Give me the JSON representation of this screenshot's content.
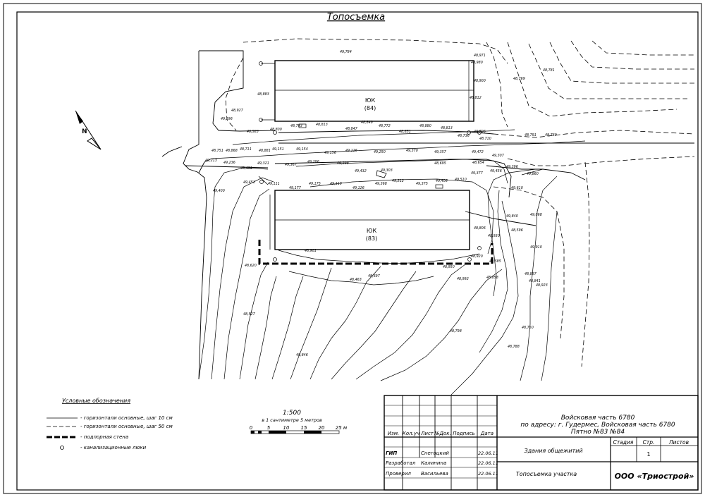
{
  "drawing": {
    "title": "Топосъемка",
    "north_label": "N",
    "scale": {
      "ratio": "1:500",
      "note": "в 1 сантиметре 5 метров",
      "ticks": [
        "0",
        "5",
        "10",
        "15",
        "20",
        "25 м"
      ]
    },
    "buildings": [
      {
        "code": "ЮК",
        "number": "(84)"
      },
      {
        "code": "ЮК",
        "number": "(83)"
      }
    ],
    "elevations": [
      "49,784",
      "48,971",
      "48,980",
      "48,900",
      "48,769",
      "48,781",
      "48,883",
      "48,812",
      "48,927",
      "49,196",
      "48,583",
      "48,800",
      "48,793",
      "48,813",
      "48,847",
      "48,849",
      "48,772",
      "48,851",
      "48,880",
      "48,813",
      "48,736",
      "48,706",
      "48,710",
      "48,791",
      "48,769",
      "48,751",
      "48,868",
      "48,711",
      "48,881",
      "49,151",
      "49,154",
      "49,156",
      "49,116",
      "49,250",
      "49,370",
      "49,357",
      "49,472",
      "49,307",
      "49,213",
      "49,236",
      "49,431",
      "49,321",
      "49,367",
      "49,286",
      "49,298",
      "49,432",
      "49,303",
      "48,695",
      "48,654",
      "49,400",
      "49,451",
      "49,111",
      "49,177",
      "49,175",
      "49,119",
      "49,126",
      "49,368",
      "49,212",
      "49,375",
      "49,406",
      "49,510",
      "49,377",
      "49,456",
      "49,396",
      "49,860",
      "49,610",
      "49,868",
      "49,840",
      "48,596",
      "48,930",
      "48,806",
      "49,910",
      "48,920",
      "49,585",
      "48,897",
      "48,992",
      "48,858",
      "48,841",
      "48,923",
      "48,750",
      "48,788",
      "48,950",
      "48,620",
      "48,901",
      "48,846",
      "48,527",
      "48,463",
      "48,697",
      "48,798"
    ]
  },
  "legend": {
    "title": "Условные обозначения",
    "items": [
      "- горизонтали основные, шаг 10 см",
      "- горизонтали основные, шаг 50 см",
      "- подпорная стена",
      "- канализационные люки"
    ]
  },
  "stamp": {
    "header": [
      "Изм.",
      "Кол.уч",
      "Лист",
      "№Док.",
      "Подпись",
      "Дата"
    ],
    "rows": [
      {
        "role": "ГИП",
        "name": "Снегоцкий",
        "date": "22.06.11"
      },
      {
        "role": "Разработал",
        "name": "Калинина",
        "date": "22.06.11"
      },
      {
        "role": "Проверил",
        "name": "Васильева",
        "date": "22.06.11"
      }
    ],
    "project_line1": "Войсковая часть 6780",
    "project_line2": "по адресу: г. Гудермес, Войсковая часть 6780",
    "project_line3": "Пятно №83 №84",
    "object": "Здания общежитий",
    "sheet_title": "Топосъемка участка",
    "stage_label": "Стадия",
    "page_label": "Стр.",
    "sheets_label": "Листов",
    "page_value": "1",
    "company": "ООО «Триострой»"
  }
}
